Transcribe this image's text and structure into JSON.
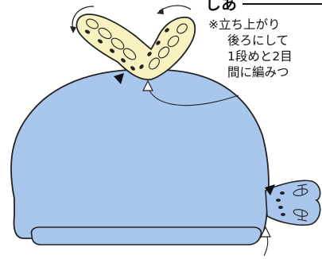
{
  "diagram": {
    "heading_fragment": "しあ",
    "notes": [
      "※立ち上がり",
      "後ろにして",
      "1段めと2目",
      "間に編みつ"
    ],
    "colors": {
      "body_fill": "#a9c6ec",
      "tab_fill": "#f8f1c0",
      "outline": "#222222"
    }
  }
}
